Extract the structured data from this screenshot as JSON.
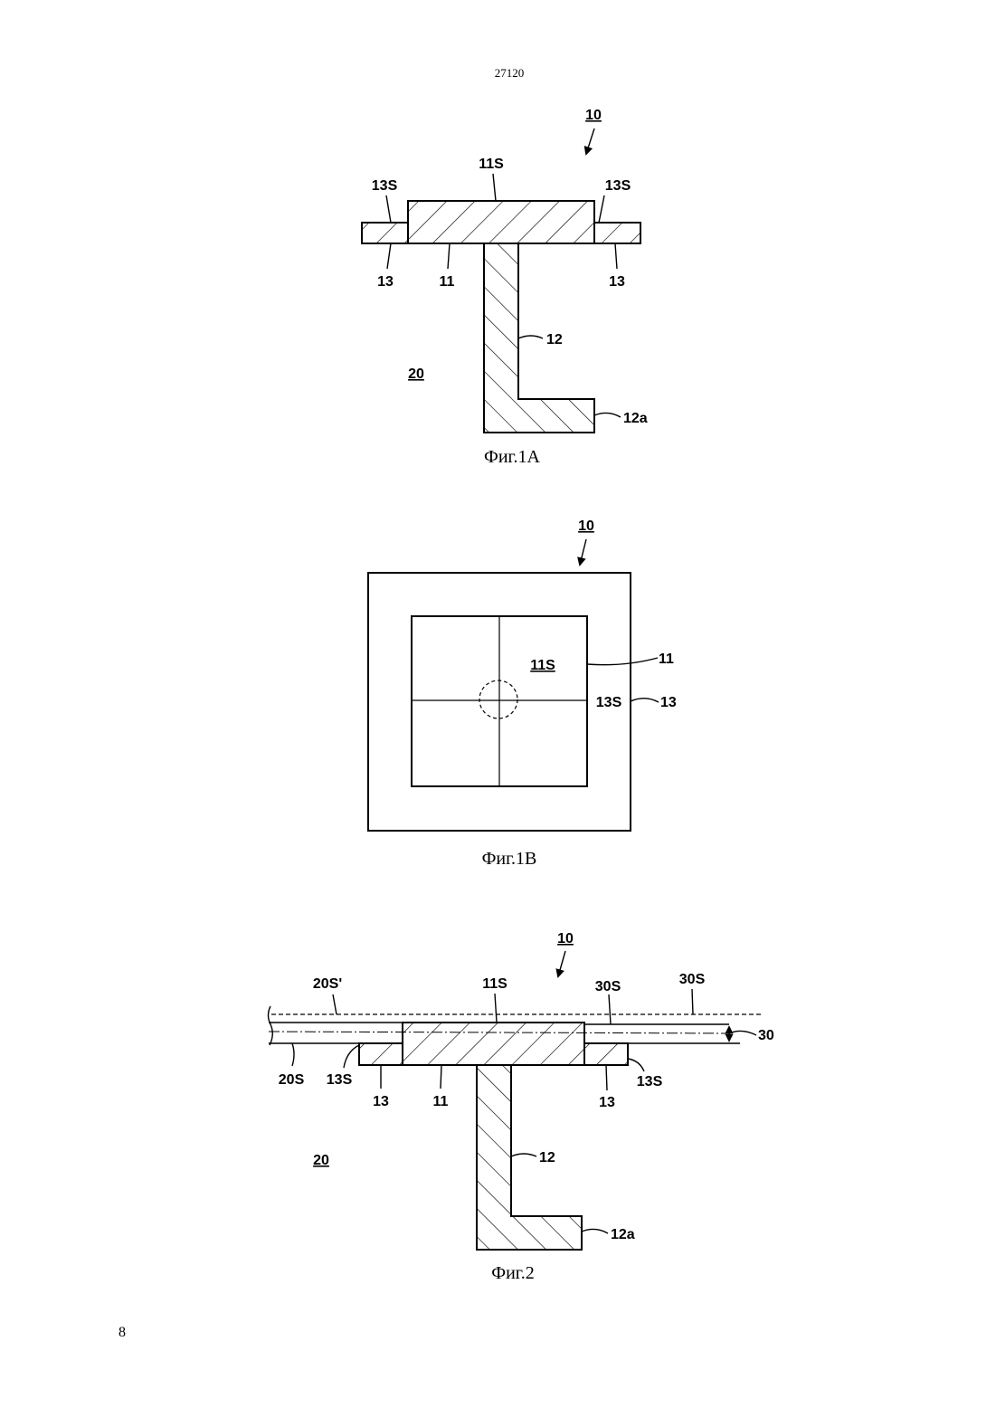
{
  "header": {
    "document_number": "27120"
  },
  "footer": {
    "page_number": "8"
  },
  "figure_1a": {
    "caption": "Фиг.1A",
    "labels": {
      "assembly": "10",
      "top_surface": "11S",
      "flange_surface_left": "13S",
      "flange_surface_right": "13S",
      "flange_left": "13",
      "plate": "11",
      "flange_right": "13",
      "stem": "12",
      "body": "20",
      "foot": "12a"
    }
  },
  "figure_1b": {
    "caption": "Фиг.1B",
    "labels": {
      "assembly": "10",
      "top_surface": "11S",
      "plate": "11",
      "flange_surface": "13S",
      "flange": "13"
    }
  },
  "figure_2": {
    "caption": "Фиг.2",
    "labels": {
      "assembly": "10",
      "surface_20s_prime": "20S'",
      "top_surface": "11S",
      "surface_30s_left": "30S",
      "surface_30s_right": "30S",
      "layer": "30",
      "surface_20s": "20S",
      "flange_surface_left": "13S",
      "flange_surface_right": "13S",
      "flange_left": "13",
      "plate": "11",
      "flange_right": "13",
      "stem": "12",
      "body": "20",
      "foot": "12a"
    }
  }
}
